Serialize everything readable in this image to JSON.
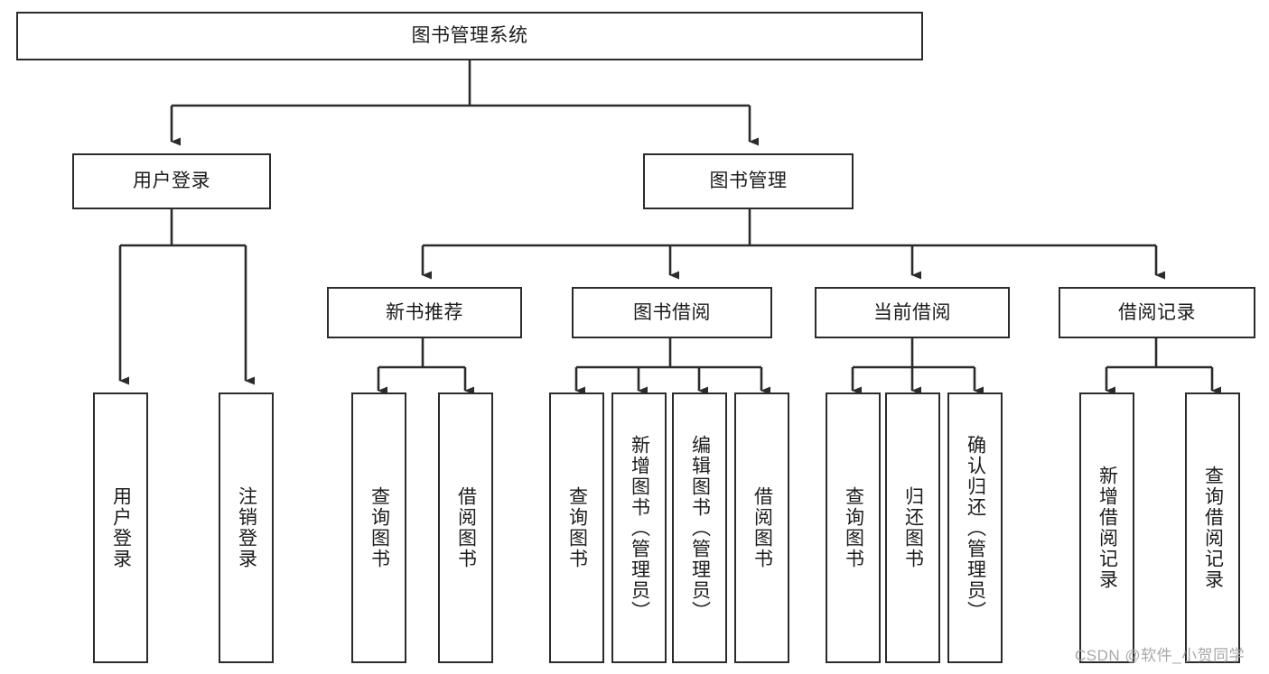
{
  "diagram": {
    "type": "tree-hierarchy",
    "title_node": {
      "label": "图书管理系统"
    },
    "level2": [
      {
        "id": "user-login",
        "label": "用户登录"
      },
      {
        "id": "book-management",
        "label": "图书管理"
      }
    ],
    "level3": [
      {
        "id": "new-book-recommend",
        "label": "新书推荐"
      },
      {
        "id": "book-borrow",
        "label": "图书借阅"
      },
      {
        "id": "current-borrow",
        "label": "当前借阅"
      },
      {
        "id": "borrow-record",
        "label": "借阅记录"
      }
    ],
    "leaves": {
      "user_login": [
        {
          "id": "leaf-user-login",
          "label": "用户登录"
        },
        {
          "id": "leaf-logout-login",
          "label": "注销登录"
        }
      ],
      "new_book_recommend": [
        {
          "id": "leaf-query-book-1",
          "label": "查询图书"
        },
        {
          "id": "leaf-borrow-book-1",
          "label": "借阅图书"
        }
      ],
      "book_borrow": [
        {
          "id": "leaf-query-book-2",
          "label": "查询图书"
        },
        {
          "id": "leaf-add-book",
          "label": "新增图书（管理员）"
        },
        {
          "id": "leaf-edit-book",
          "label": "编辑图书（管理员）"
        },
        {
          "id": "leaf-borrow-book-2",
          "label": "借阅图书"
        }
      ],
      "current_borrow": [
        {
          "id": "leaf-query-book-3",
          "label": "查询图书"
        },
        {
          "id": "leaf-return-book",
          "label": "归还图书"
        },
        {
          "id": "leaf-confirm-return",
          "label": "确认归还（管理员）"
        }
      ],
      "borrow_record": [
        {
          "id": "leaf-add-record",
          "label": "新增借阅记录"
        },
        {
          "id": "leaf-query-record",
          "label": "查询借阅记录"
        }
      ]
    }
  },
  "watermark": {
    "text": "CSDN @软件_小贺同学"
  },
  "colors": {
    "border": "#2b2b2b",
    "text": "#1c1c1c",
    "background": "#ffffff",
    "watermark": "#a8a8a8"
  }
}
